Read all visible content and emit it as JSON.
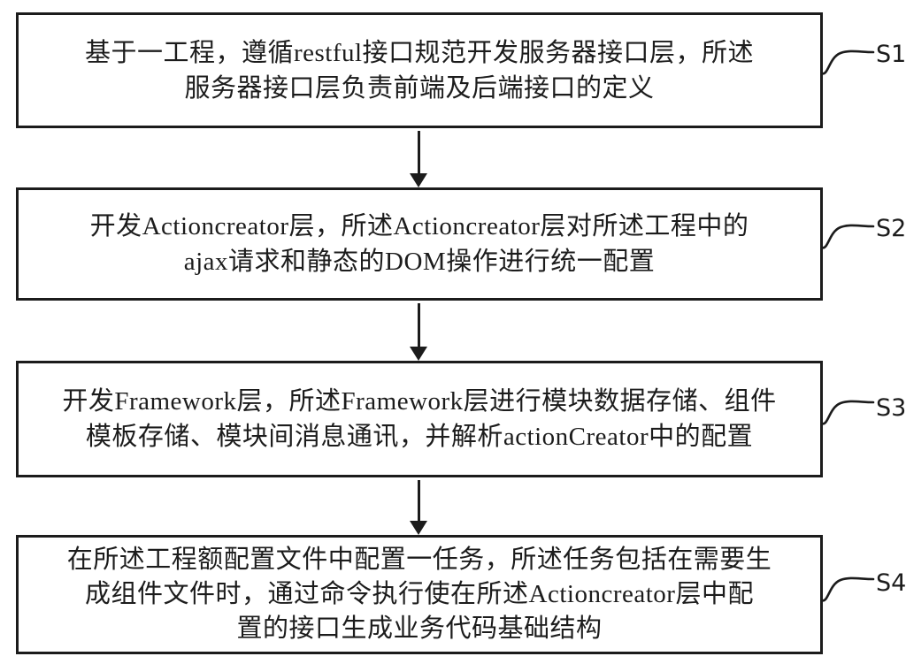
{
  "figure": {
    "background_color": "#ffffff",
    "line_color": "#1c1c1c",
    "type": "flowchart"
  },
  "flowchart": {
    "steps": [
      {
        "id": "S1",
        "lines": [
          "基于一工程，遵循restful接口规范开发服务器接口层，所述",
          "服务器接口层负责前端及后端接口的定义"
        ]
      },
      {
        "id": "S2",
        "lines": [
          "开发Actioncreator层，所述Actioncreator层对所述工程中的",
          "ajax请求和静态的DOM操作进行统一配置"
        ]
      },
      {
        "id": "S3",
        "lines": [
          "开发Framework层，所述Framework层进行模块数据存储、组件",
          "模板存储、模块间消息通讯，并解析actionCreator中的配置"
        ]
      },
      {
        "id": "S4",
        "lines": [
          "在所述工程额配置文件中配置一任务，所述任务包括在需要生",
          "成组件文件时，通过命令执行使在所述Actioncreator层中配",
          "置的接口生成业务代码基础结构"
        ]
      }
    ]
  }
}
